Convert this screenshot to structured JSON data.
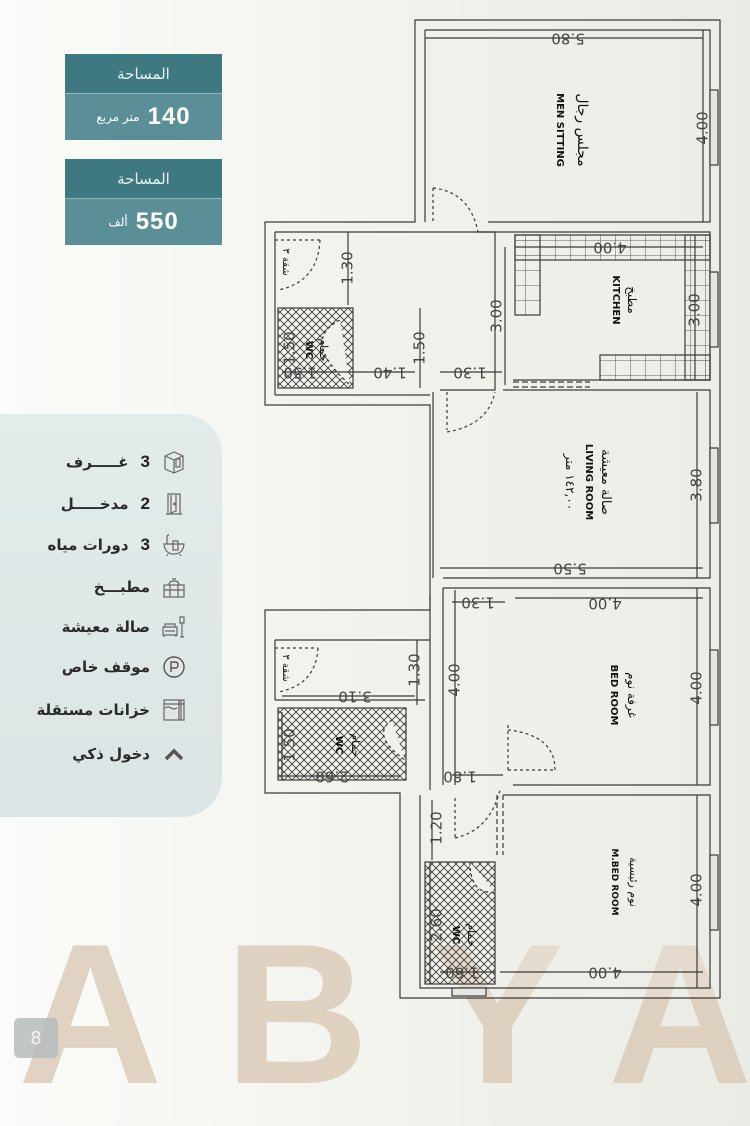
{
  "price_cards": [
    {
      "title": "المساحة",
      "value": "140",
      "unit": "متر مربع"
    },
    {
      "title": "المساحة",
      "value": "550",
      "unit": "ألف"
    }
  ],
  "features": [
    {
      "icon": "room-box-icon",
      "count": "3",
      "label": "غـــــرف"
    },
    {
      "icon": "door-icon",
      "count": "2",
      "label": "مدخـــــل"
    },
    {
      "icon": "bathtub-icon",
      "count": "3",
      "label": "دورات مياه"
    },
    {
      "icon": "kitchen-icon",
      "count": "",
      "label": "مطبـــخ"
    },
    {
      "icon": "sofa-lamp-icon",
      "count": "",
      "label": "صالة معيشة"
    },
    {
      "icon": "parking-icon",
      "count": "",
      "label": "موقف خاص"
    },
    {
      "icon": "tank-icon",
      "count": "",
      "label": "خزانات مستقلة"
    },
    {
      "icon": "chevron-up-icon",
      "count": "",
      "label": "دخول ذكي"
    }
  ],
  "floor_plan": {
    "rooms": [
      {
        "id": "men-sitting",
        "ar": "مجلس رجال",
        "en": "MEN SITTING",
        "width": "5.80",
        "depth": "4.00"
      },
      {
        "id": "kitchen",
        "ar": "مطبخ",
        "en": "KITCHEN",
        "width": "4.00",
        "depth": "3.00"
      },
      {
        "id": "living-room",
        "ar": "صالة معيشة",
        "en": "LIVING ROOM",
        "area": "١٤٢,٠٠ متر",
        "width": "5.50",
        "depth": "3.80"
      },
      {
        "id": "bed-room",
        "ar": "غرفة نوم",
        "en": "BED ROOM",
        "width": "4.00",
        "depth": "4.00"
      },
      {
        "id": "master-bed-room",
        "ar": "نوم رئيسية",
        "en": "M.BED ROOM",
        "width": "4.00",
        "depth": "4.00"
      },
      {
        "id": "wc-1",
        "ar": "حمام",
        "en": "WC",
        "width": "1.50",
        "depth": "1.50"
      },
      {
        "id": "wc-2",
        "ar": "حمام",
        "en": "WC",
        "width": "2.60",
        "depth": "1.50"
      },
      {
        "id": "wc-3",
        "ar": "حمام",
        "en": "WC",
        "width": "1.60",
        "depth": "2.60"
      },
      {
        "id": "shaft-1",
        "ar": "شقة ٣"
      },
      {
        "id": "shaft-2",
        "ar": "شقة ٣"
      }
    ],
    "dimensions": {
      "d_130_a": "1.30",
      "d_300": "3.00",
      "d_150": "1.50",
      "d_140": "1.40",
      "d_130_b": "1.30",
      "d_130_c": "1.30",
      "d_400_corr": "4.00",
      "d_130_d": "1.30",
      "d_310": "3.10",
      "d_180": "1.80",
      "d_120": "1.20"
    }
  },
  "watermark": "ABYAT",
  "page_number": "8"
}
